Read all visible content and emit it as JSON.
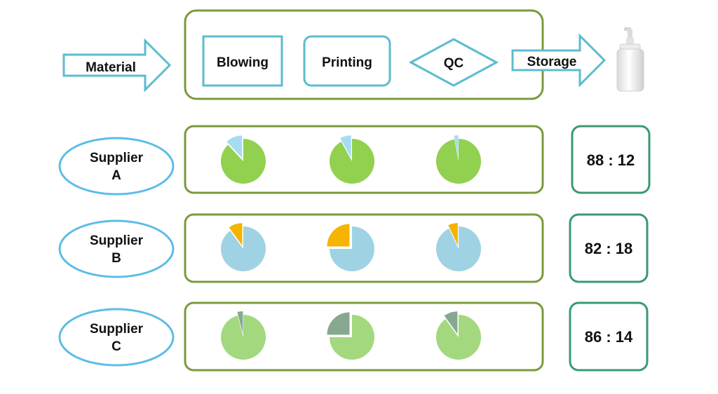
{
  "flow": {
    "material": "Material",
    "blowing": "Blowing",
    "printing": "Printing",
    "qc": "QC",
    "storage": "Storage"
  },
  "colors": {
    "process_frame": "#7a9a3c",
    "process_step": "#5bbccf",
    "supplier_oval": "#5bbde6",
    "ratio_frame": "#3a9a70"
  },
  "suppliers": [
    {
      "line1": "Supplier",
      "line2": "A",
      "ratio": "88 : 12",
      "main_color": "#92d050",
      "defect_color": "#a6dcf2",
      "pies": [
        {
          "stage": "Blowing",
          "defect_fraction": 0.12
        },
        {
          "stage": "Printing",
          "defect_fraction": 0.08
        },
        {
          "stage": "QC",
          "defect_fraction": 0.03
        }
      ]
    },
    {
      "line1": "Supplier",
      "line2": "B",
      "ratio": "82 : 18",
      "main_color": "#9fd3e4",
      "defect_color": "#f5b400",
      "pies": [
        {
          "stage": "Blowing",
          "defect_fraction": 0.1
        },
        {
          "stage": "Printing",
          "defect_fraction": 0.25
        },
        {
          "stage": "QC",
          "defect_fraction": 0.07
        }
      ]
    },
    {
      "line1": "Supplier",
      "line2": "C",
      "ratio": "86 : 14",
      "main_color": "#a3d87f",
      "defect_color": "#86a890",
      "pies": [
        {
          "stage": "Blowing",
          "defect_fraction": 0.04
        },
        {
          "stage": "Printing",
          "defect_fraction": 0.25
        },
        {
          "stage": "QC",
          "defect_fraction": 0.1
        }
      ]
    }
  ]
}
